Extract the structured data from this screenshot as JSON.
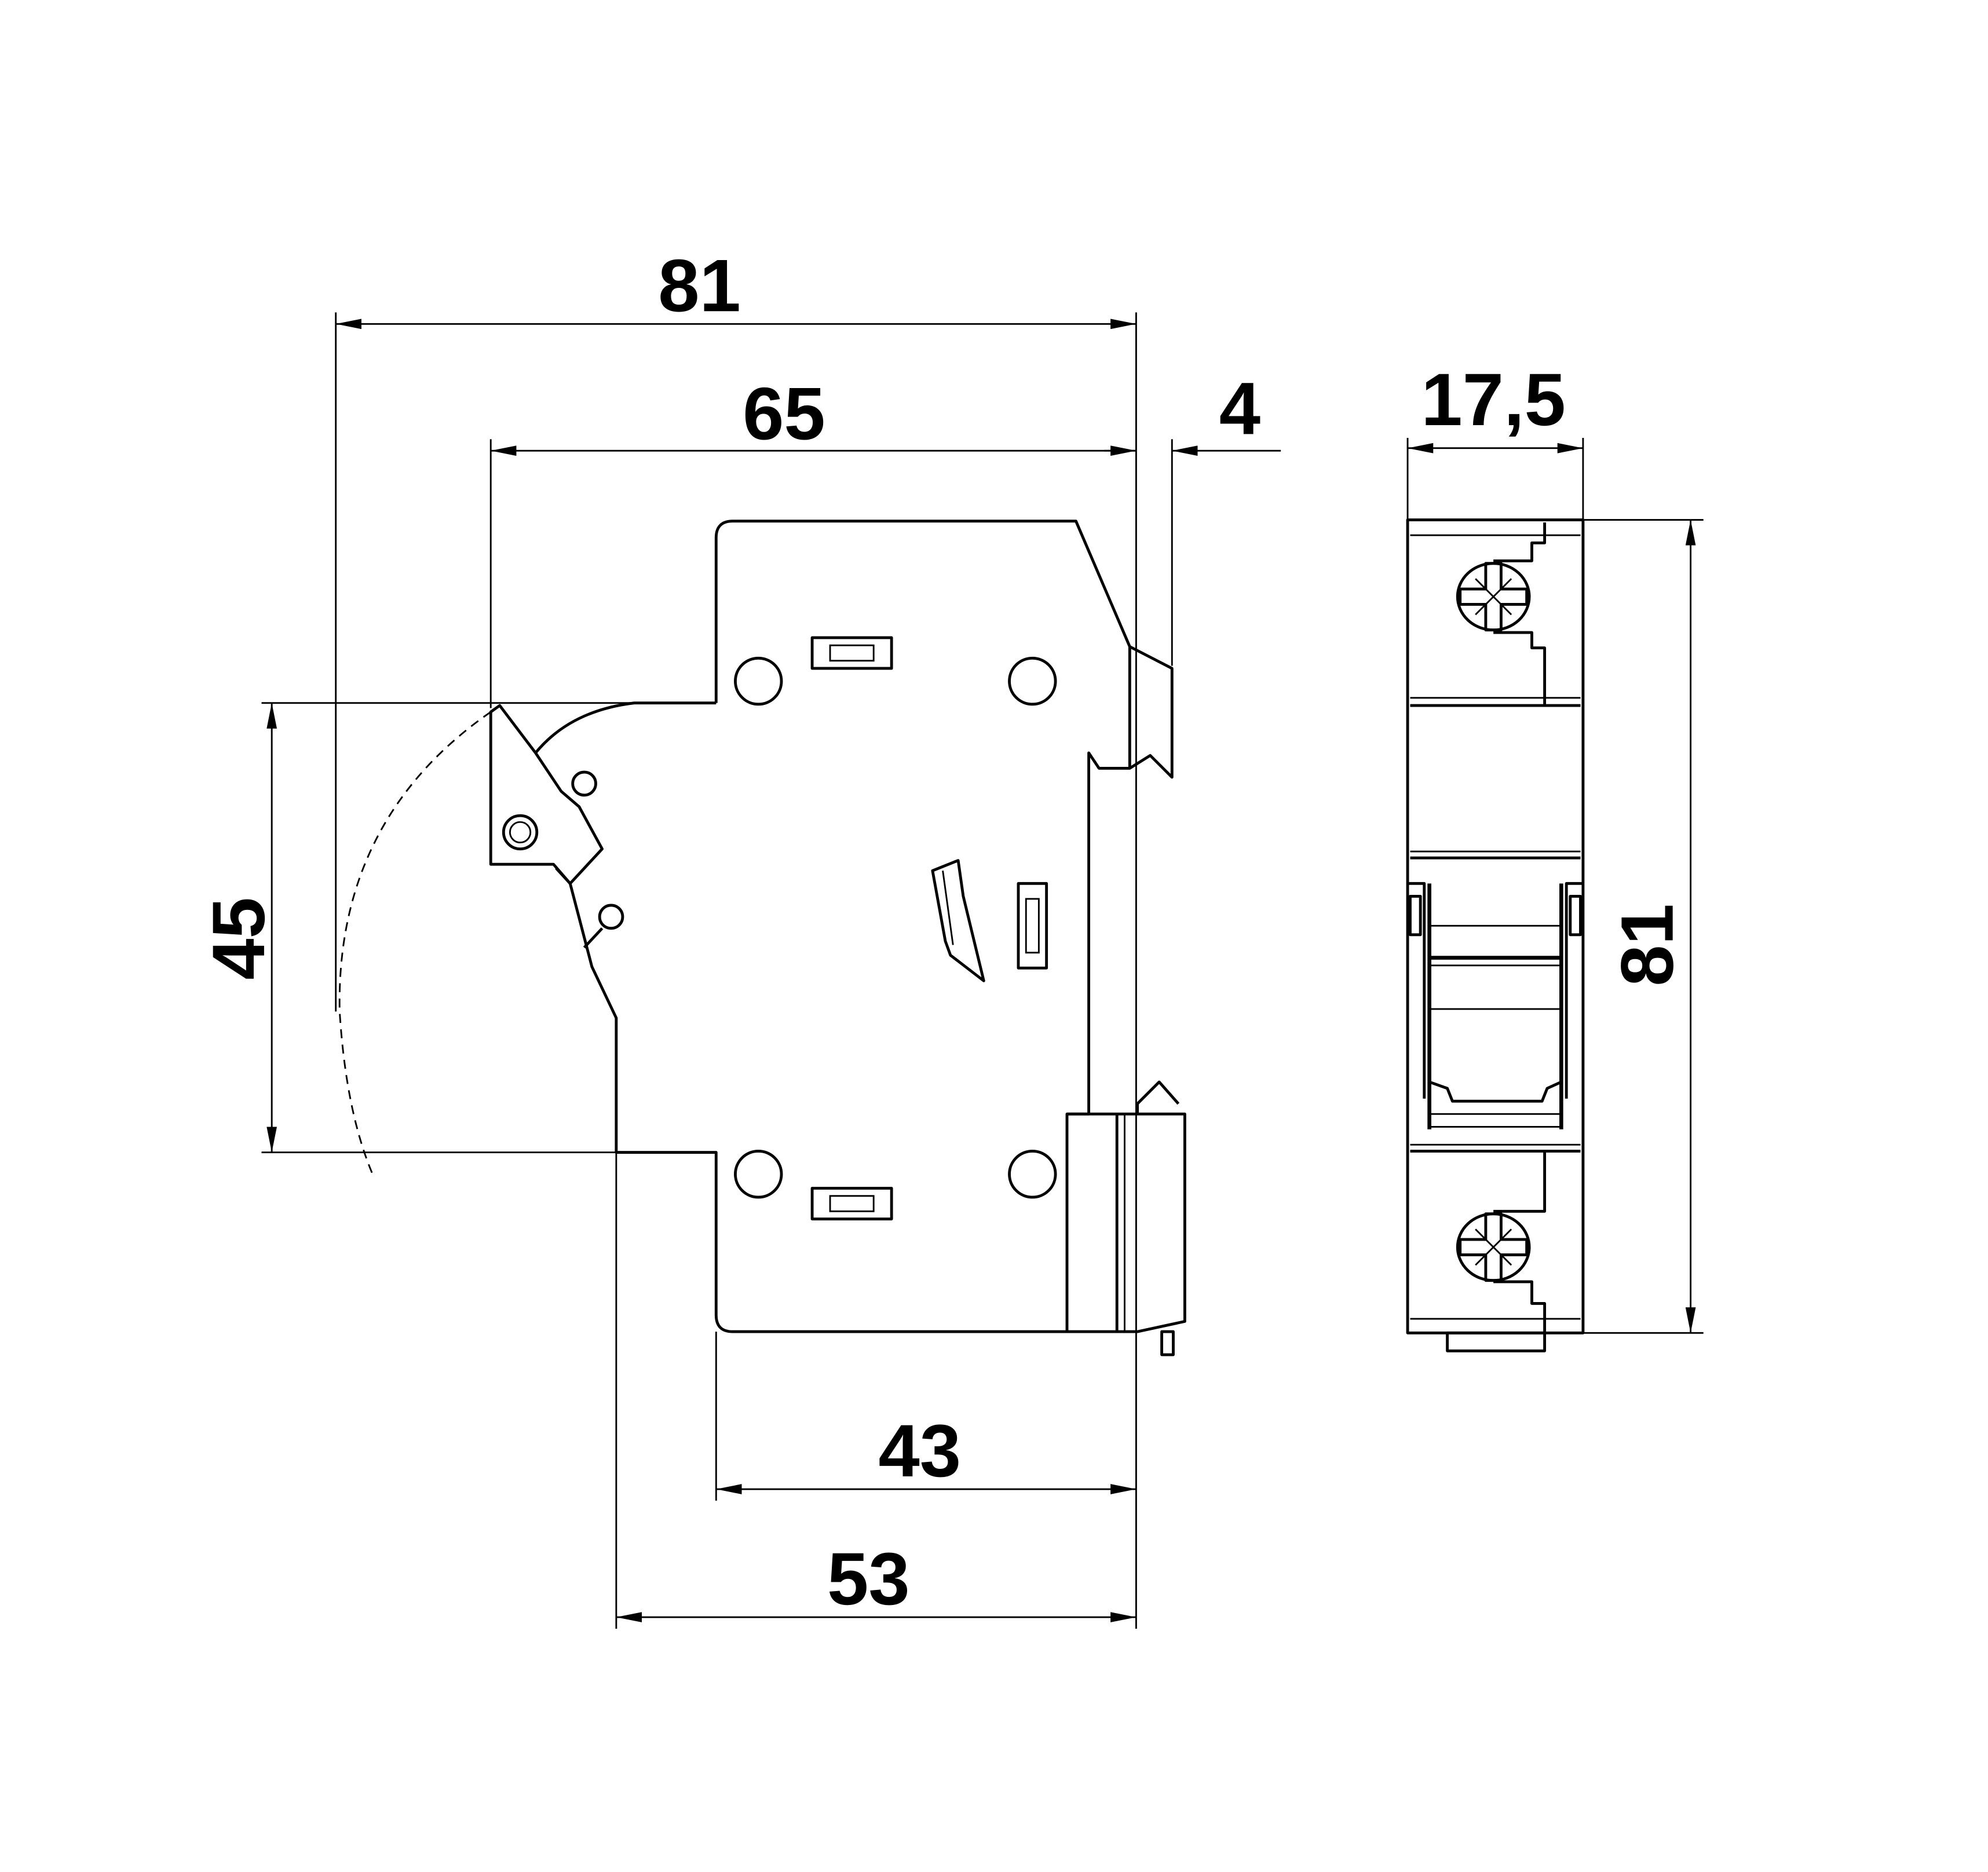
{
  "drawing": {
    "subject": "modular-device-dimension-drawing",
    "line_color": "#000000",
    "background": "#ffffff"
  },
  "dimensions": {
    "overall_depth": "81",
    "depth_to_lever": "65",
    "din_clip_offset": "4",
    "module_width": "17,5",
    "overall_height": "81",
    "front_height": "45",
    "body_depth": "43",
    "depth_to_front": "53"
  }
}
